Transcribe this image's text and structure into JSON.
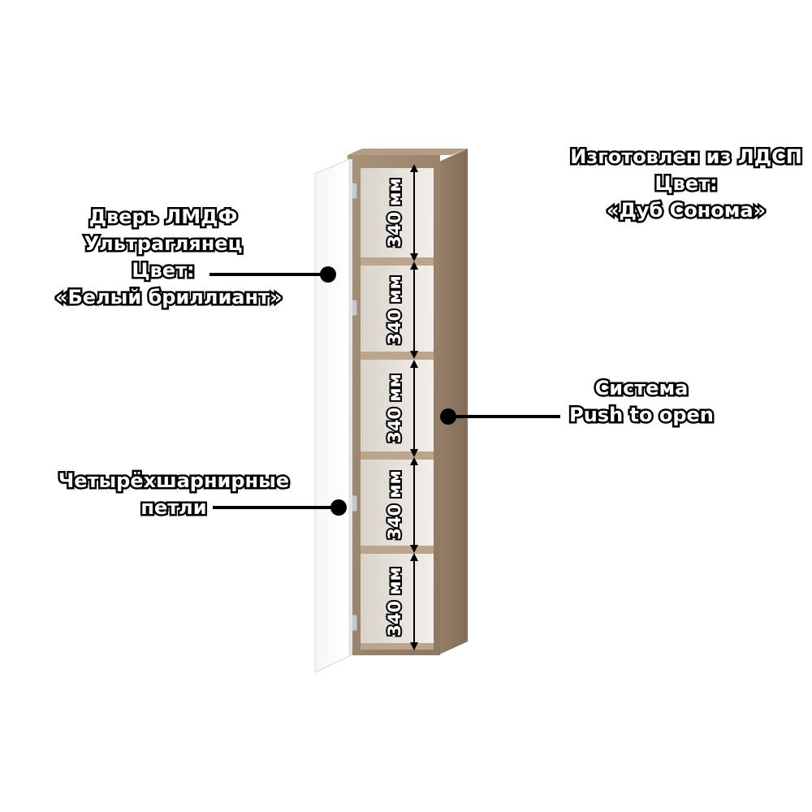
{
  "door_label": {
    "line1": "Дверь ЛМДФ",
    "line2": "Ультраглянец",
    "line3": "Цвет:",
    "line4": "«Белый бриллиант»"
  },
  "material_label": {
    "line1": "Изготовлен из ЛДСП",
    "line2": "Цвет:",
    "line3": "«Дуб Сонома»"
  },
  "push_label": {
    "line1": "Система",
    "line2": "Push to open"
  },
  "hinge_label": {
    "line1": "Четырёхшарнирные",
    "line2": "петли"
  },
  "shelf_dimensions": [
    "340 мм",
    "340 мм",
    "340 мм",
    "340 мм",
    "340 мм"
  ],
  "colors": {
    "oak": "#a08a72",
    "oak_dark": "#86705a",
    "oak_inner": "#e9e4dd",
    "door_white": "#ffffff",
    "callout": "#000000"
  }
}
